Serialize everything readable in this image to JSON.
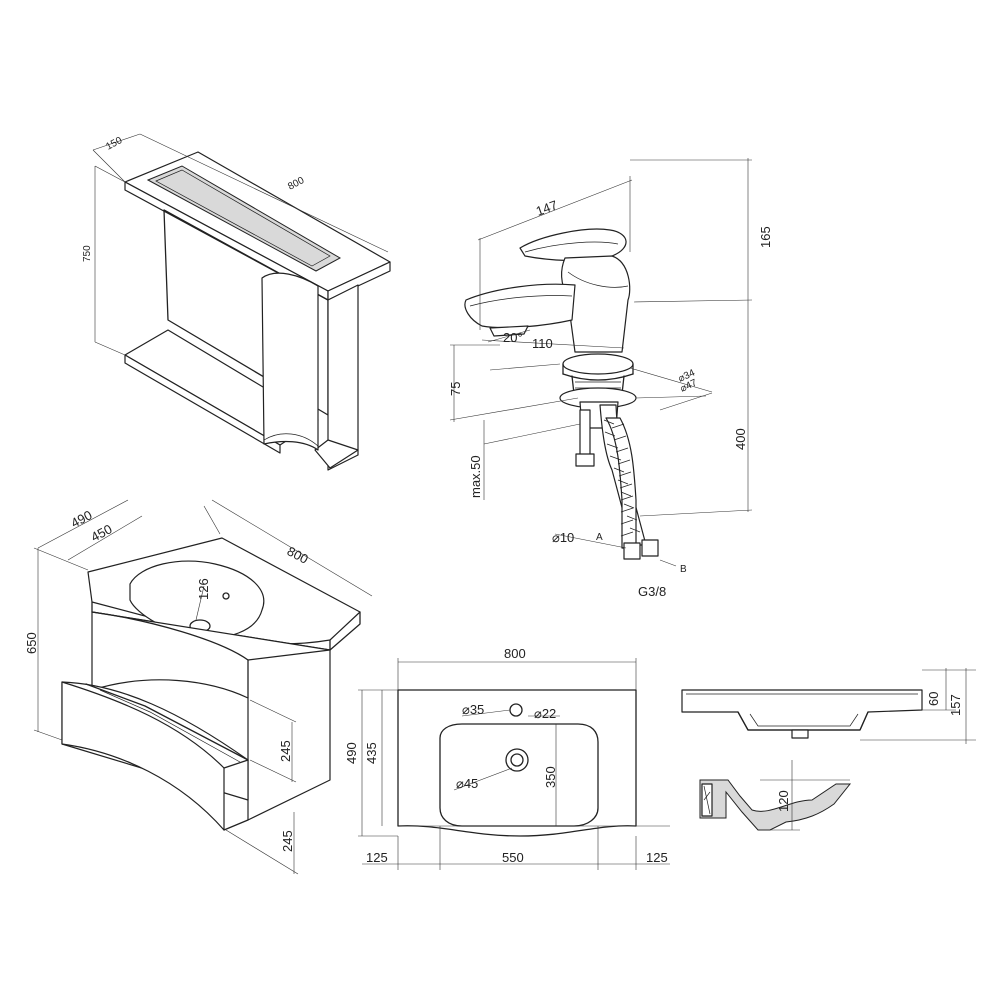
{
  "cabinet": {
    "depth": "150",
    "width": "800",
    "height": "750"
  },
  "mixer": {
    "height_top": "165",
    "reach": "147",
    "angle": "20°",
    "spout_reach": "110",
    "diam_34": "⌀34",
    "diam_47": "⌀47",
    "spout_height": "75",
    "max_thickness": "max.50",
    "hose_length": "400",
    "hose_diam": "⌀10",
    "inlet_a": "A",
    "inlet_b": "B",
    "thread": "G3/8"
  },
  "vanity": {
    "depth_total": "490",
    "depth_basin": "450",
    "width": "800",
    "bowl_depth": "126",
    "height": "650",
    "drawer_upper": "245",
    "drawer_lower": "245"
  },
  "basin_plan": {
    "width": "800",
    "tap_hole": "⌀35",
    "overflow": "⌀22",
    "drain": "⌀45",
    "depth_total": "490",
    "depth_inner": "435",
    "bowl_depth": "350",
    "margin_left": "125",
    "bowl_width": "550",
    "margin_right": "125"
  },
  "basin_side": {
    "rim": "60",
    "height": "157",
    "bowl": "120"
  }
}
